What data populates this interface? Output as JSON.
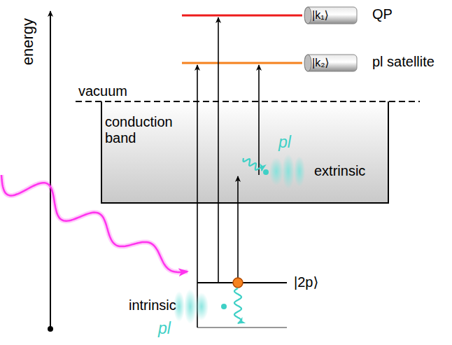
{
  "diagram": {
    "nodes": [
      {
        "text": [
          "conduction band"
        ]
      },
      {
        "text": [
          "|k₁⟩"
        ]
      },
      {
        "text": [
          "|k₂⟩"
        ]
      }
    ],
    "labels": [
      "energy",
      "vacuum",
      "QP",
      "pl satellite",
      "pl",
      "extrinsic",
      "|2p⟩",
      "intrinsic",
      "pl"
    ]
  }
}
